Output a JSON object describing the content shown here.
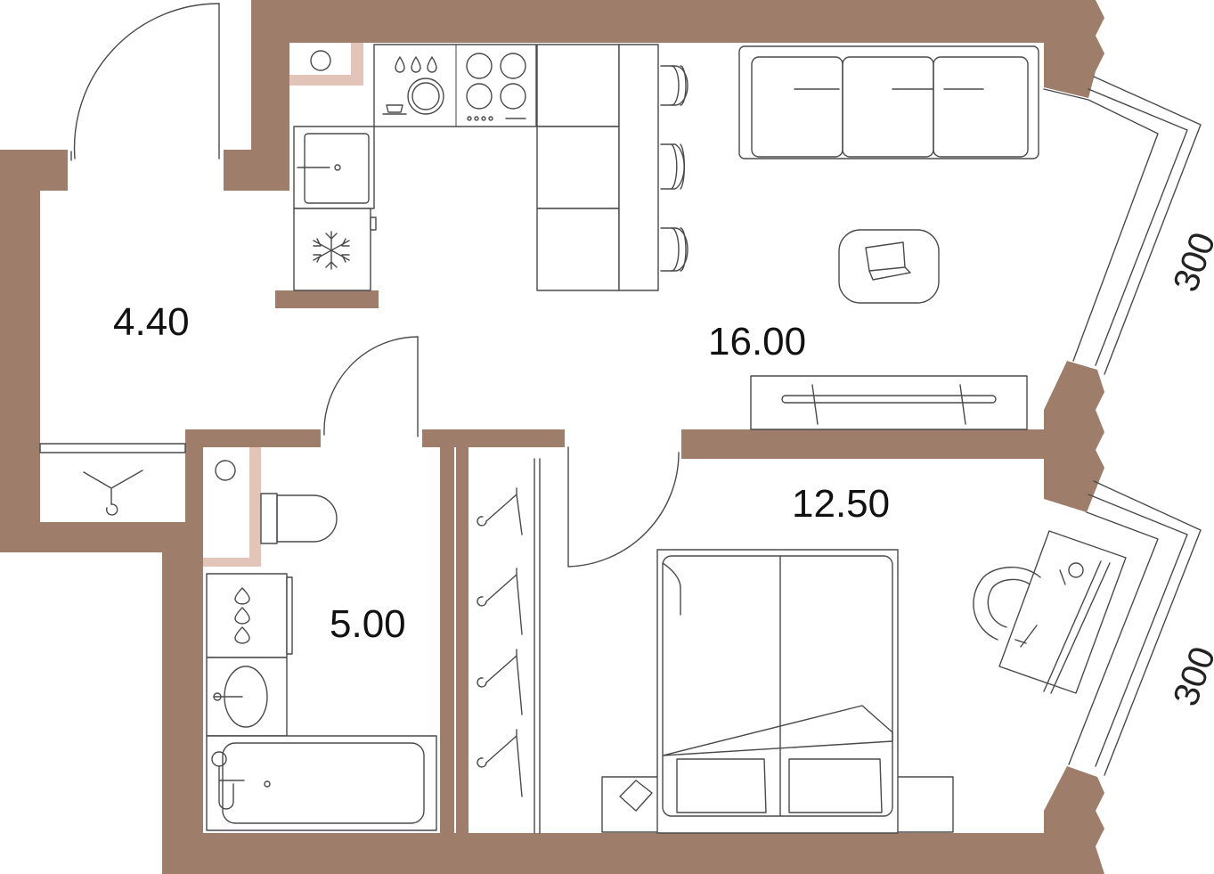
{
  "colors": {
    "wall": "#9e7e6a",
    "partition": "#e2c4b8",
    "line": "#4a4a4a",
    "text": "#111111"
  },
  "rooms": [
    {
      "id": "hallway",
      "area": "4.40"
    },
    {
      "id": "living-kitchen",
      "area": "16.00"
    },
    {
      "id": "bathroom",
      "area": "5.00"
    },
    {
      "id": "bedroom",
      "area": "12.50"
    }
  ],
  "balcony_dimensions": [
    {
      "id": "upper",
      "value": "300"
    },
    {
      "id": "lower",
      "value": "300"
    }
  ],
  "icons": [
    "door-swing-icon",
    "stove-icon",
    "sink-icon",
    "fridge-icon",
    "dishwasher-icon",
    "washing-machine-icon",
    "toilet-icon",
    "bathtub-icon",
    "bed-icon",
    "sofa-icon",
    "bar-stool-icon",
    "coat-hanger-icon",
    "desk-icon",
    "chair-icon",
    "tv-icon",
    "coffee-table-icon"
  ]
}
